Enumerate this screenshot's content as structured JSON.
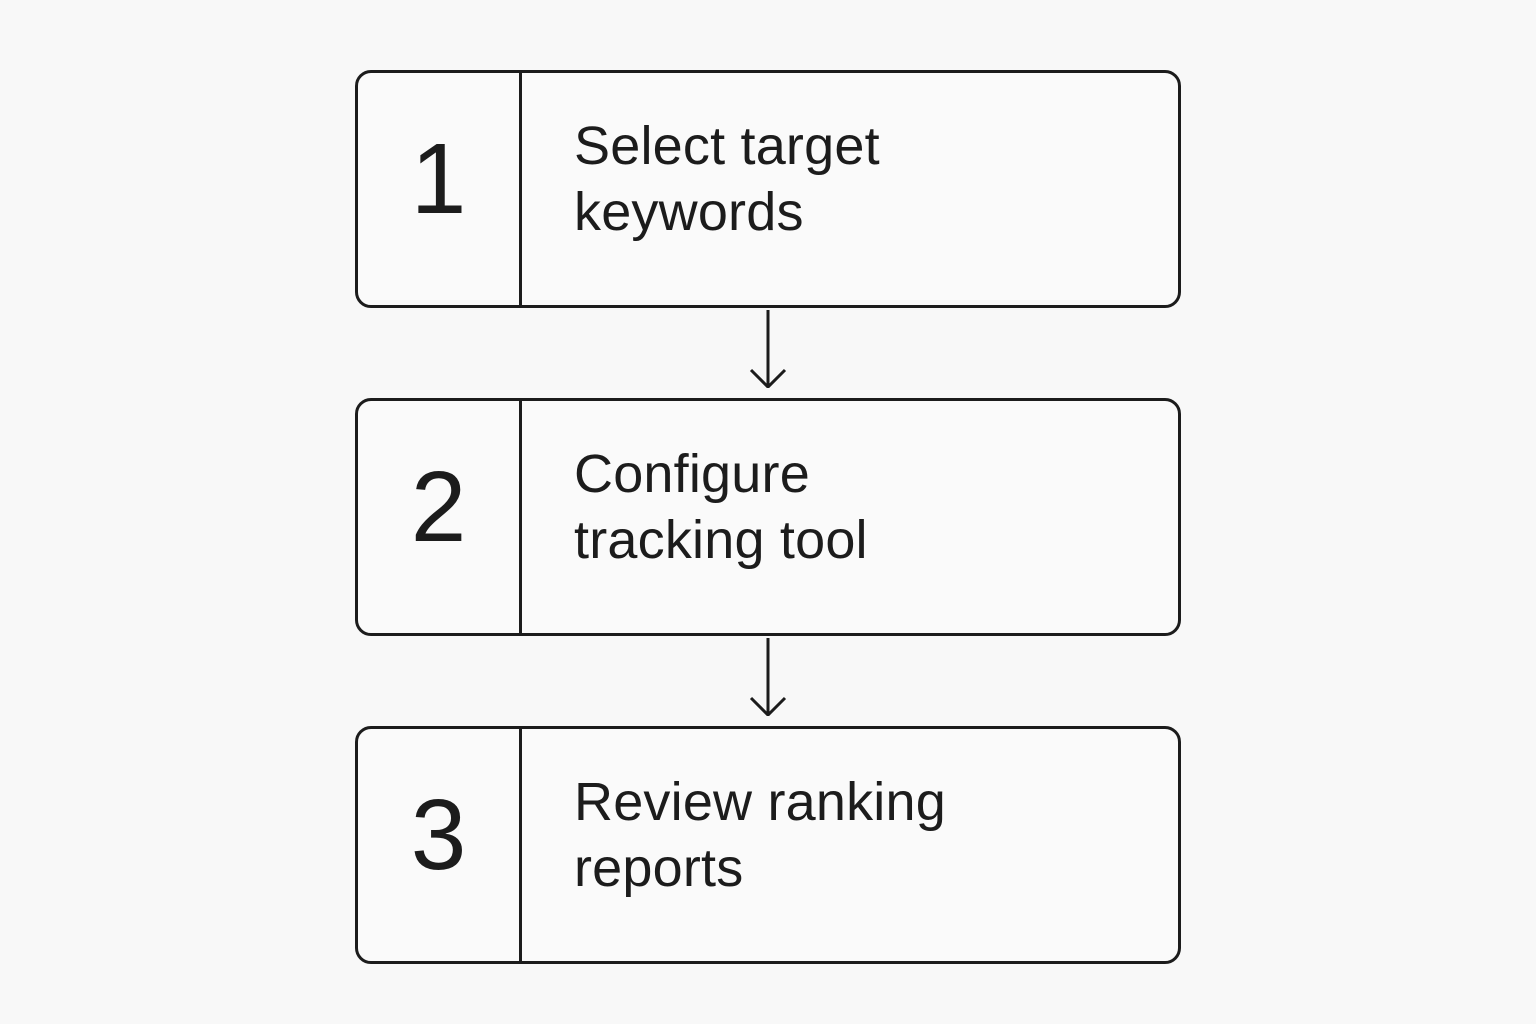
{
  "diagram": {
    "steps": [
      {
        "number": "1",
        "label": "Select target\nkeywords"
      },
      {
        "number": "2",
        "label": "Configure\ntracking tool"
      },
      {
        "number": "3",
        "label": "Review ranking\nreports"
      }
    ]
  }
}
